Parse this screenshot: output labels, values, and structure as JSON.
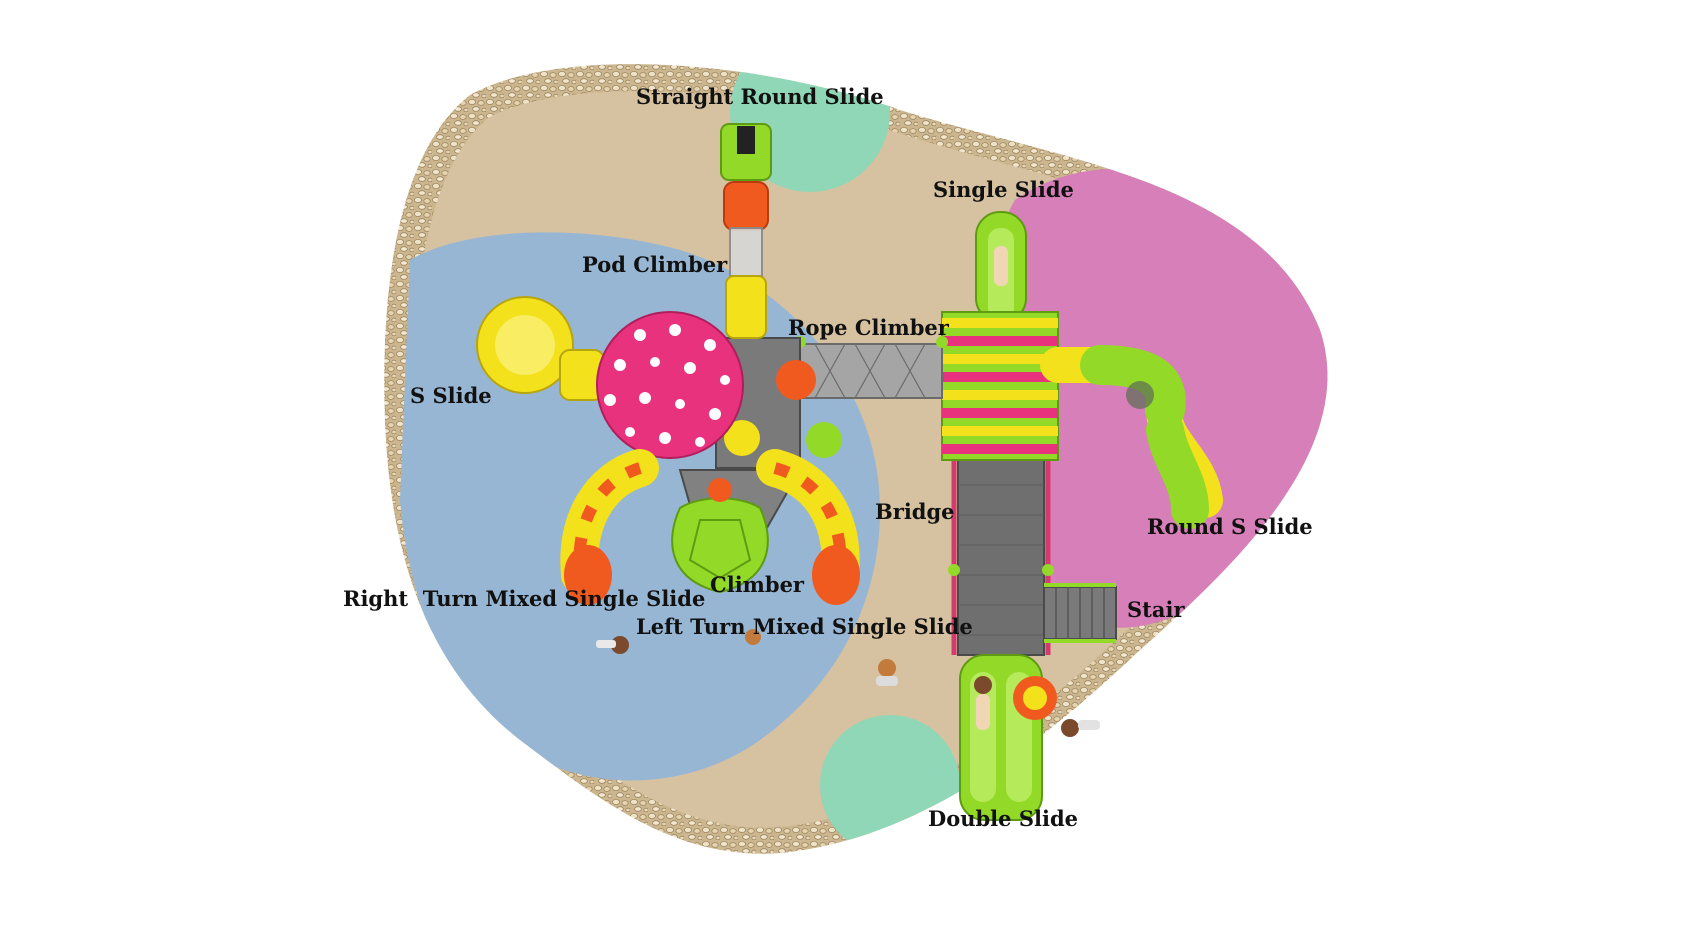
{
  "labels": {
    "straight_round_slide": "Straight Round Slide",
    "single_slide": "Single Slide",
    "pod_climber": "Pod Climber",
    "rope_climber": "Rope Climber",
    "s_slide": "S Slide",
    "bridge": "Bridge",
    "round_s_slide": "Round S Slide",
    "climber": "Climber",
    "stair": "Stair",
    "right_turn_mixed_single_slide": "Right  Turn Mixed Single Slide",
    "left_turn_mixed_single_slide": "Left Turn Mixed Single Slide",
    "double_slide": "Double Slide"
  },
  "colors": {
    "background": "#ffffff",
    "ground": "#d6c2a0",
    "pebble_border": "#c9b48d",
    "blue_zone": "#97b6d4",
    "pink_zone": "#d77fb8",
    "mint_zone": "#8fd7b7",
    "lime": "#93d928",
    "yellow": "#f3e11c",
    "orange": "#f05a1e",
    "magenta": "#e8327e",
    "deck_gray": "#7a7a7a",
    "label_text": "#111111"
  }
}
